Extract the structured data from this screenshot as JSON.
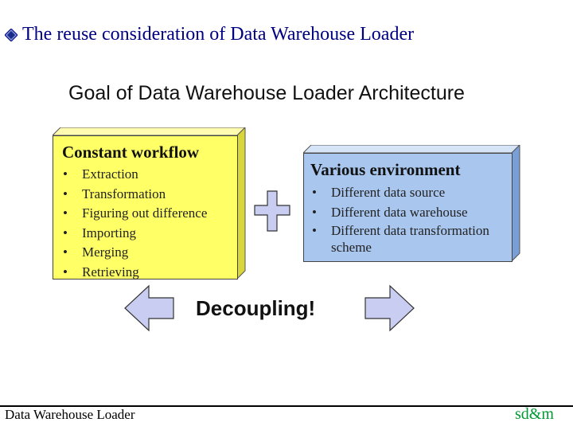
{
  "slide": {
    "title": "The reuse consideration of Data Warehouse Loader",
    "bullet_icon": "diamond-bullet-icon"
  },
  "diagram": {
    "heading": "Goal of Data Warehouse Loader Architecture",
    "left_box": {
      "title": "Constant workflow",
      "color": "#ffff66",
      "items": [
        "Extraction",
        "Transformation",
        "Figuring out difference",
        "Importing",
        "Merging",
        "Retrieving"
      ]
    },
    "plus_icon": "plus-icon",
    "right_box": {
      "title": "Various environment",
      "color": "#a9c6ee",
      "items": [
        "Different data source",
        "Different data warehouse",
        "Different data transformation"
      ],
      "item3_continuation": "scheme"
    },
    "center_label": "Decoupling!",
    "left_arrow_icon": "left-arrow-icon",
    "right_arrow_icon": "right-arrow-icon",
    "arrow_color": "#c9cdf2"
  },
  "footer": {
    "left_text": "Data Warehouse Loader",
    "right_text": "sd&m",
    "right_color": "#009933"
  }
}
